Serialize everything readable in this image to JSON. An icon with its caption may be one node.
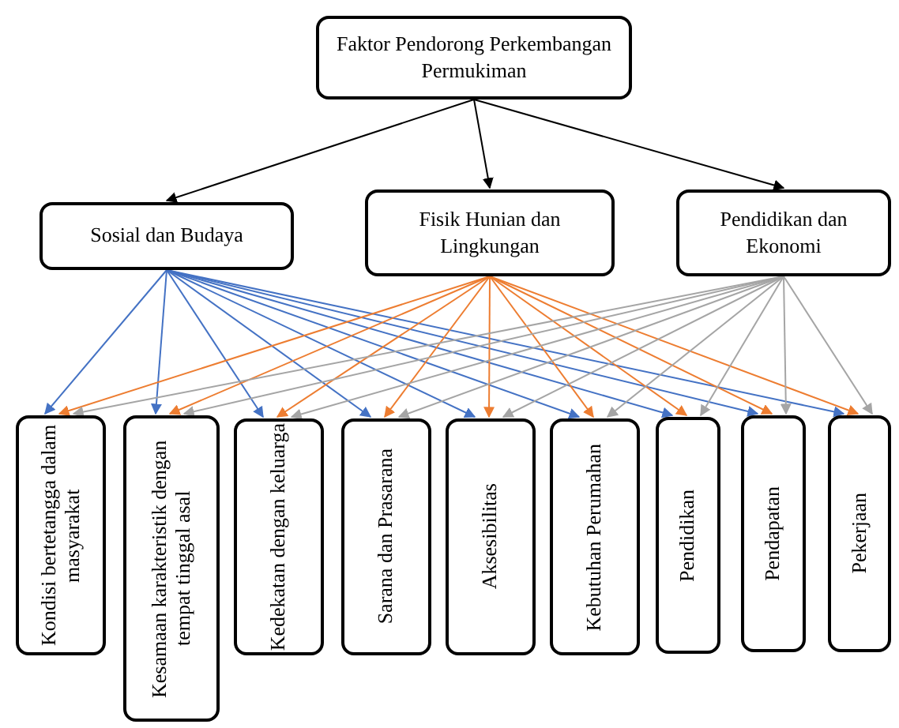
{
  "diagram": {
    "nodes": [
      {
        "text": [
          "Faktor Pendorong Perkembangan Permukiman"
        ]
      },
      {
        "text": [
          "Sosial dan Budaya"
        ]
      },
      {
        "text": [
          "Fisik Hunian dan Lingkungan"
        ]
      },
      {
        "text": [
          "Pendidikan dan Ekonomi"
        ]
      },
      {
        "text": [
          "Kondisi bertetangga dalam masyarakat"
        ]
      },
      {
        "text": [
          "Kesamaan karakteristik dengan tempat tinggal asal"
        ]
      },
      {
        "text": [
          "Kedekatan dengan keluarga"
        ]
      },
      {
        "text": [
          "Sarana dan Prasarana"
        ]
      },
      {
        "text": [
          "Aksesibilitas"
        ]
      },
      {
        "text": [
          "Kebutuhan Perumahan"
        ]
      },
      {
        "text": [
          "Pendidikan"
        ]
      },
      {
        "text": [
          "Pendapatan"
        ]
      },
      {
        "text": [
          "Pekerjaan"
        ]
      }
    ],
    "edges": [
      {
        "from": 0,
        "to": 1,
        "arrow": "to",
        "color": "#000000"
      },
      {
        "from": 0,
        "to": 2,
        "arrow": "to",
        "color": "#000000"
      },
      {
        "from": 0,
        "to": 3,
        "arrow": "to",
        "color": "#000000"
      },
      {
        "from": 1,
        "to": 4,
        "arrow": "to",
        "color": "#4472c4"
      },
      {
        "from": 1,
        "to": 5,
        "arrow": "to",
        "color": "#4472c4"
      },
      {
        "from": 1,
        "to": 6,
        "arrow": "to",
        "color": "#4472c4"
      },
      {
        "from": 1,
        "to": 7,
        "arrow": "to",
        "color": "#4472c4"
      },
      {
        "from": 1,
        "to": 8,
        "arrow": "to",
        "color": "#4472c4"
      },
      {
        "from": 1,
        "to": 9,
        "arrow": "to",
        "color": "#4472c4"
      },
      {
        "from": 1,
        "to": 10,
        "arrow": "to",
        "color": "#4472c4"
      },
      {
        "from": 1,
        "to": 11,
        "arrow": "to",
        "color": "#4472c4"
      },
      {
        "from": 1,
        "to": 12,
        "arrow": "to",
        "color": "#4472c4"
      },
      {
        "from": 2,
        "to": 4,
        "arrow": "to",
        "color": "#ed7d31"
      },
      {
        "from": 2,
        "to": 5,
        "arrow": "to",
        "color": "#ed7d31"
      },
      {
        "from": 2,
        "to": 6,
        "arrow": "to",
        "color": "#ed7d31"
      },
      {
        "from": 2,
        "to": 7,
        "arrow": "to",
        "color": "#ed7d31"
      },
      {
        "from": 2,
        "to": 8,
        "arrow": "to",
        "color": "#ed7d31"
      },
      {
        "from": 2,
        "to": 9,
        "arrow": "to",
        "color": "#ed7d31"
      },
      {
        "from": 2,
        "to": 10,
        "arrow": "to",
        "color": "#ed7d31"
      },
      {
        "from": 2,
        "to": 11,
        "arrow": "to",
        "color": "#ed7d31"
      },
      {
        "from": 2,
        "to": 12,
        "arrow": "to",
        "color": "#ed7d31"
      },
      {
        "from": 3,
        "to": 4,
        "arrow": "to",
        "color": "#a5a5a5"
      },
      {
        "from": 3,
        "to": 5,
        "arrow": "to",
        "color": "#a5a5a5"
      },
      {
        "from": 3,
        "to": 6,
        "arrow": "to",
        "color": "#a5a5a5"
      },
      {
        "from": 3,
        "to": 7,
        "arrow": "to",
        "color": "#a5a5a5"
      },
      {
        "from": 3,
        "to": 8,
        "arrow": "to",
        "color": "#a5a5a5"
      },
      {
        "from": 3,
        "to": 9,
        "arrow": "to",
        "color": "#a5a5a5"
      },
      {
        "from": 3,
        "to": 10,
        "arrow": "to",
        "color": "#a5a5a5"
      },
      {
        "from": 3,
        "to": 11,
        "arrow": "to",
        "color": "#a5a5a5"
      },
      {
        "from": 3,
        "to": 12,
        "arrow": "to",
        "color": "#a5a5a5"
      }
    ]
  }
}
